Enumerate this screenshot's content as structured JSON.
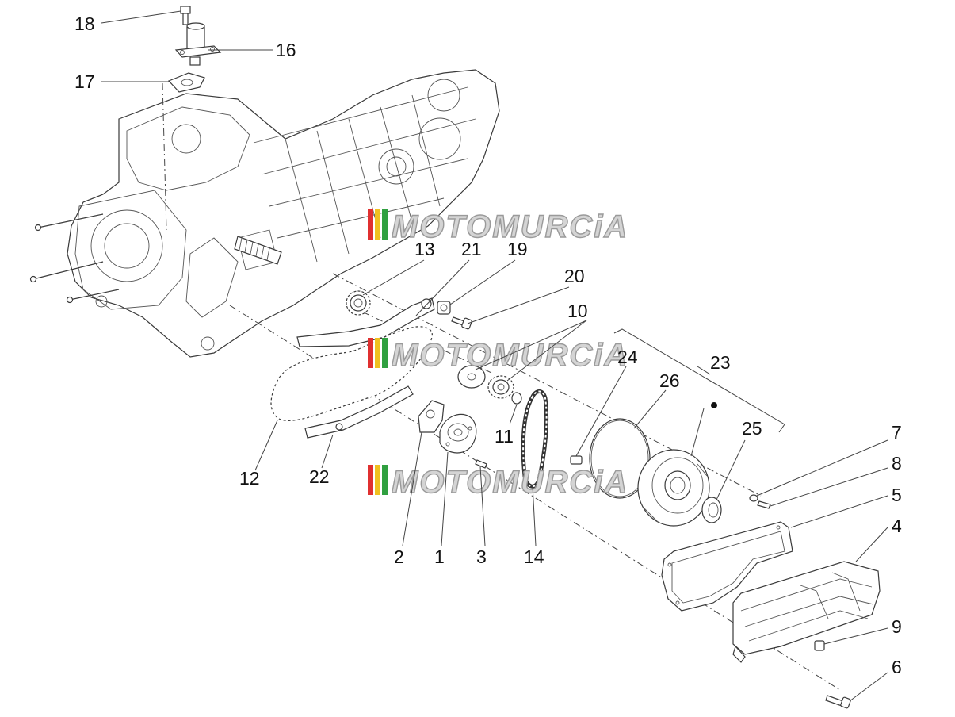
{
  "diagram": {
    "callouts": [
      "18",
      "16",
      "17",
      "13",
      "21",
      "19",
      "20",
      "10",
      "24",
      "23",
      "26",
      "25",
      "7",
      "8",
      "5",
      "4",
      "9",
      "6",
      "12",
      "22",
      "2",
      "1",
      "3",
      "14",
      "11"
    ],
    "watermark": "MOTOMURCiA",
    "watermark_stripe_colors": [
      "#e03030",
      "#f0c020",
      "#30a040"
    ]
  }
}
